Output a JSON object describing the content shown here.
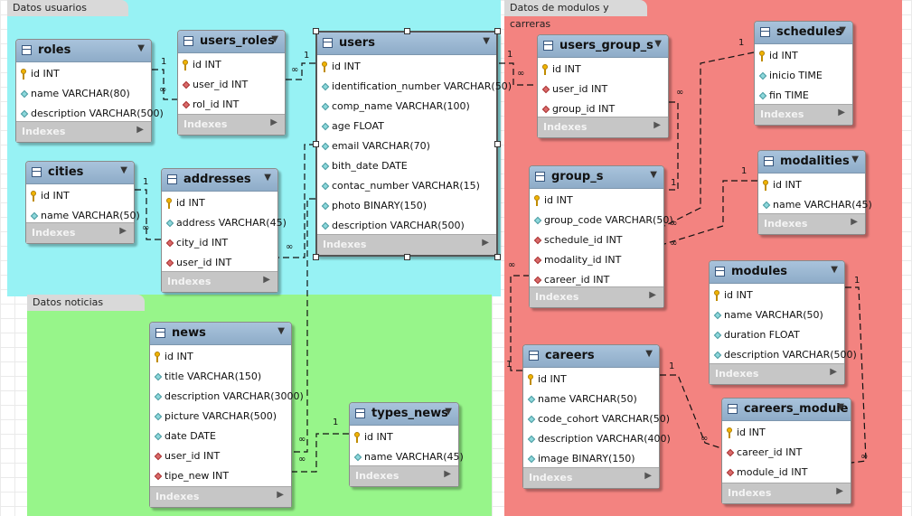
{
  "regions": {
    "usuarios": {
      "label": "Datos usuarios",
      "color": "#97f2f4"
    },
    "modulos": {
      "label": "Datos de modulos y carreras",
      "color": "#f38380"
    },
    "noticias": {
      "label": "Datos noticias",
      "color": "#97f58a"
    }
  },
  "footer_label": "Indexes",
  "tables": {
    "roles": {
      "name": "roles",
      "columns": [
        {
          "text": "id INT",
          "icon": "key-icon"
        },
        {
          "text": "name VARCHAR(80)",
          "icon": "diamond-icon"
        },
        {
          "text": "description VARCHAR(500)",
          "icon": "diamond-icon"
        }
      ]
    },
    "users_roles": {
      "name": "users_roles",
      "columns": [
        {
          "text": "id INT",
          "icon": "key-icon"
        },
        {
          "text": "user_id INT",
          "icon": "fk-icon"
        },
        {
          "text": "rol_id INT",
          "icon": "fk-icon"
        }
      ]
    },
    "users": {
      "name": "users",
      "columns": [
        {
          "text": "id INT",
          "icon": "key-icon"
        },
        {
          "text": "identification_number VARCHAR(50)",
          "icon": "diamond-icon"
        },
        {
          "text": "comp_name VARCHAR(100)",
          "icon": "diamond-icon"
        },
        {
          "text": "age FLOAT",
          "icon": "diamond-icon"
        },
        {
          "text": "email VARCHAR(70)",
          "icon": "diamond-icon"
        },
        {
          "text": "bith_date DATE",
          "icon": "diamond-icon"
        },
        {
          "text": "contac_number VARCHAR(15)",
          "icon": "diamond-icon"
        },
        {
          "text": "photo BINARY(150)",
          "icon": "diamond-icon"
        },
        {
          "text": "description VARCHAR(500)",
          "icon": "diamond-icon"
        }
      ]
    },
    "cities": {
      "name": "cities",
      "columns": [
        {
          "text": "id INT",
          "icon": "key-icon"
        },
        {
          "text": "name VARCHAR(50)",
          "icon": "diamond-icon"
        }
      ]
    },
    "addresses": {
      "name": "addresses",
      "columns": [
        {
          "text": "id INT",
          "icon": "key-icon"
        },
        {
          "text": "address VARCHAR(45)",
          "icon": "diamond-icon"
        },
        {
          "text": "city_id INT",
          "icon": "fk-icon"
        },
        {
          "text": "user_id INT",
          "icon": "fk-icon"
        }
      ]
    },
    "users_group_s": {
      "name": "users_group_s",
      "columns": [
        {
          "text": "id INT",
          "icon": "key-icon"
        },
        {
          "text": "user_id INT",
          "icon": "fk-icon"
        },
        {
          "text": "group_id INT",
          "icon": "fk-icon"
        }
      ]
    },
    "schedules": {
      "name": "schedules",
      "columns": [
        {
          "text": "id INT",
          "icon": "key-icon"
        },
        {
          "text": "inicio TIME",
          "icon": "diamond-icon"
        },
        {
          "text": "fin TIME",
          "icon": "diamond-icon"
        }
      ]
    },
    "group_s": {
      "name": "group_s",
      "columns": [
        {
          "text": "id INT",
          "icon": "key-icon"
        },
        {
          "text": "group_code VARCHAR(50)",
          "icon": "diamond-icon"
        },
        {
          "text": "schedule_id INT",
          "icon": "fk-icon"
        },
        {
          "text": "modality_id INT",
          "icon": "fk-icon"
        },
        {
          "text": "career_id INT",
          "icon": "fk-icon"
        }
      ]
    },
    "modalities": {
      "name": "modalities",
      "columns": [
        {
          "text": "id INT",
          "icon": "key-icon"
        },
        {
          "text": "name VARCHAR(45)",
          "icon": "diamond-icon"
        }
      ]
    },
    "modules": {
      "name": "modules",
      "columns": [
        {
          "text": "id INT",
          "icon": "key-icon"
        },
        {
          "text": "name VARCHAR(50)",
          "icon": "diamond-icon"
        },
        {
          "text": "duration FLOAT",
          "icon": "diamond-icon"
        },
        {
          "text": "description VARCHAR(500)",
          "icon": "diamond-icon"
        }
      ]
    },
    "careers": {
      "name": "careers",
      "columns": [
        {
          "text": "id INT",
          "icon": "key-icon"
        },
        {
          "text": "name VARCHAR(50)",
          "icon": "diamond-icon"
        },
        {
          "text": "code_cohort VARCHAR(50)",
          "icon": "diamond-icon"
        },
        {
          "text": "description VARCHAR(400)",
          "icon": "diamond-icon"
        },
        {
          "text": "image BINARY(150)",
          "icon": "diamond-icon"
        }
      ]
    },
    "careers_module": {
      "name": "careers_module",
      "columns": [
        {
          "text": "id INT",
          "icon": "key-icon"
        },
        {
          "text": "career_id INT",
          "icon": "fk-icon"
        },
        {
          "text": "module_id INT",
          "icon": "fk-icon"
        }
      ]
    },
    "news": {
      "name": "news",
      "columns": [
        {
          "text": "id INT",
          "icon": "key-icon"
        },
        {
          "text": "title VARCHAR(150)",
          "icon": "diamond-icon"
        },
        {
          "text": "description VARCHAR(3000)",
          "icon": "diamond-icon"
        },
        {
          "text": "picture VARCHAR(500)",
          "icon": "diamond-icon"
        },
        {
          "text": "date DATE",
          "icon": "diamond-icon"
        },
        {
          "text": "user_id INT",
          "icon": "fk-icon"
        },
        {
          "text": "tipe_new INT",
          "icon": "fk-icon"
        }
      ]
    },
    "types_news": {
      "name": "types_news",
      "columns": [
        {
          "text": "id INT",
          "icon": "key-icon"
        },
        {
          "text": "name VARCHAR(45)",
          "icon": "diamond-icon"
        }
      ]
    }
  },
  "cardinality": {
    "one": "1",
    "many": "∞"
  }
}
